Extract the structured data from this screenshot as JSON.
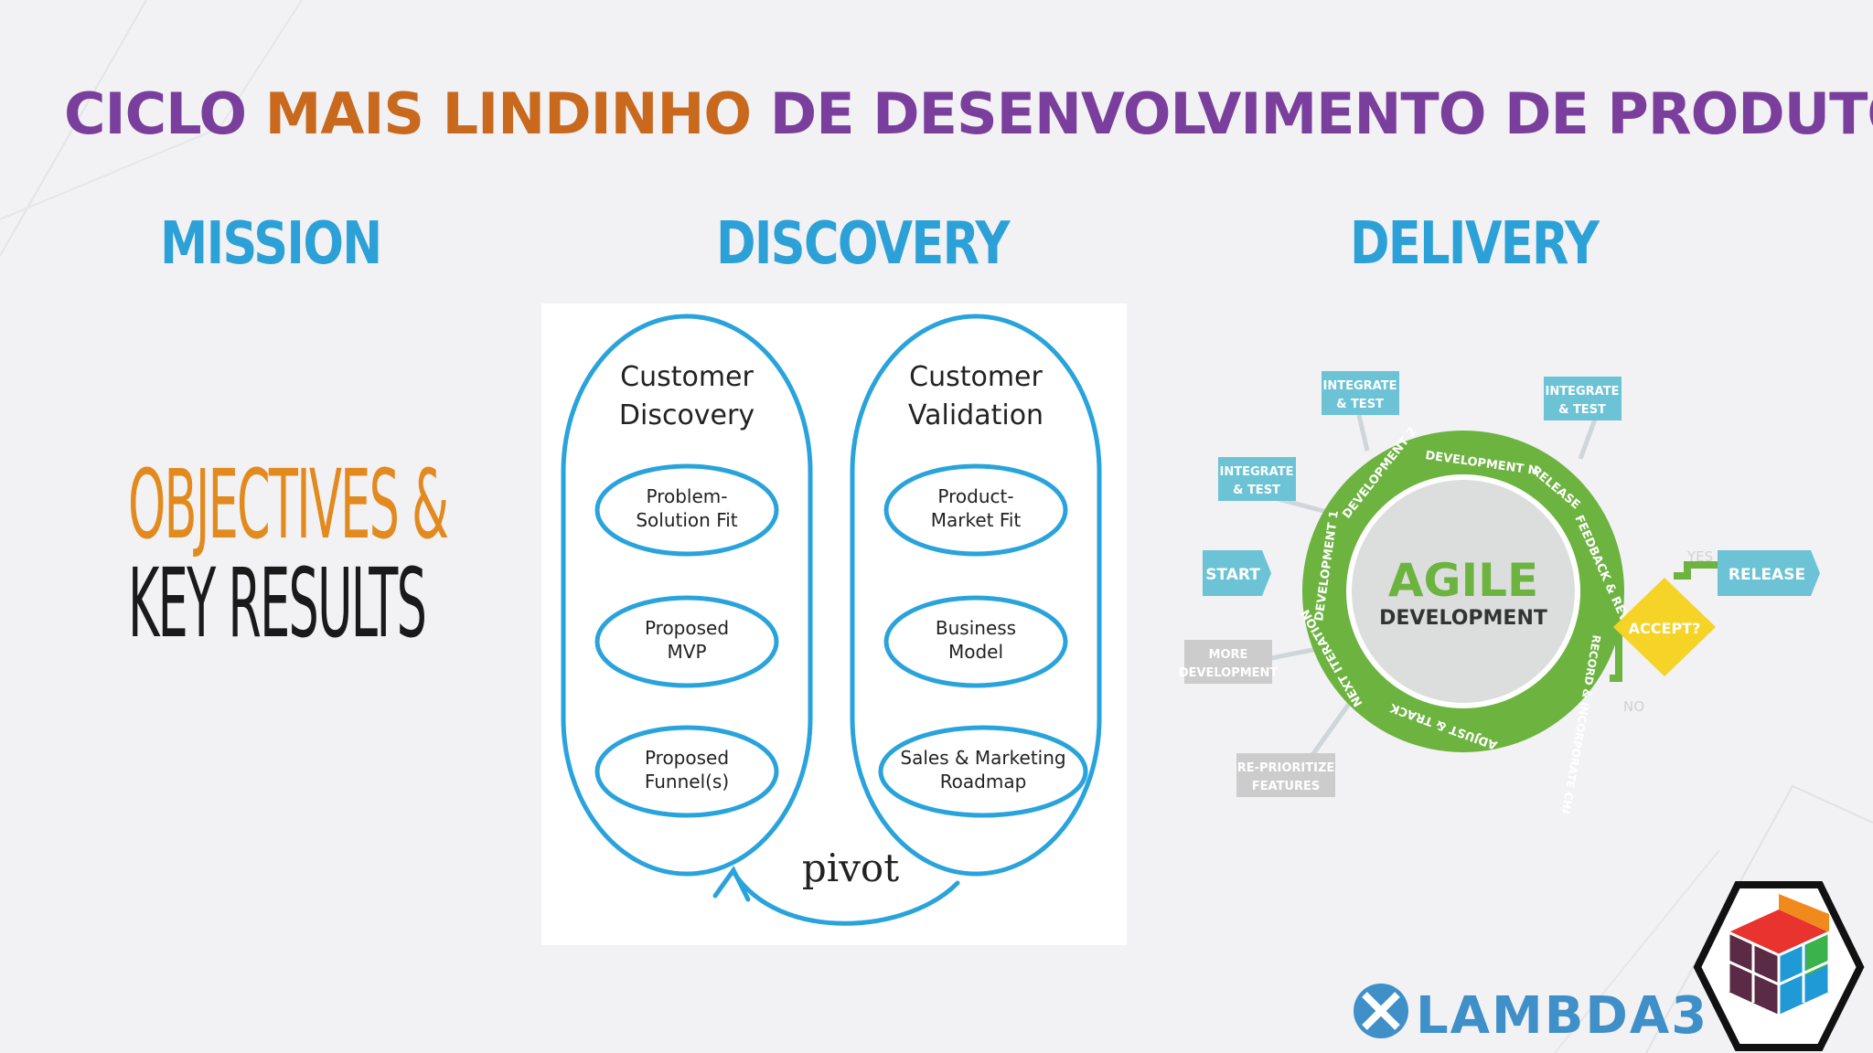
{
  "title": {
    "part1": "CICLO ",
    "highlight": "MAIS LINDINHO",
    "part2": " DE DESENVOLVIMENTO DE PRODUTOS"
  },
  "columns": {
    "mission": "MISSION",
    "discovery": "DISCOVERY",
    "delivery": "DELIVERY"
  },
  "okr": {
    "line1": "OBJECTIVES &",
    "line2": "KEY RESULTS"
  },
  "discovery_diagram": {
    "left_title": [
      "Customer",
      "Discovery"
    ],
    "right_title": [
      "Customer",
      "Validation"
    ],
    "left_items": [
      [
        "Problem-",
        "Solution Fit"
      ],
      [
        "Proposed",
        "MVP"
      ],
      [
        "Proposed",
        "Funnel(s)"
      ]
    ],
    "right_items": [
      [
        "Product-",
        "Market Fit"
      ],
      [
        "Business",
        "Model"
      ],
      [
        "Sales & Marketing",
        "Roadmap"
      ]
    ],
    "pivot": "pivot"
  },
  "agile": {
    "center_line1": "AGILE",
    "center_line2": "DEVELOPMENT",
    "start": "START",
    "release": "RELEASE",
    "accept": "ACCEPT?",
    "yes": "YES",
    "no": "NO",
    "tags": {
      "it1": [
        "INTEGRATE",
        "& TEST"
      ],
      "it2": [
        "INTEGRATE",
        "& TEST"
      ],
      "it3": [
        "INTEGRATE",
        "& TEST"
      ],
      "more": [
        "MORE",
        "DEVELOPMENT"
      ],
      "reprio": [
        "RE-PRIORITIZE",
        "FEATURES"
      ]
    },
    "ring_labels": {
      "dev1": "DEVELOPMENT 1",
      "dev2": "DEVELOPMENT 2",
      "devn": "DEVELOPMENT N",
      "release": "RELEASE",
      "feedback": "FEEDBACK & REVIEW",
      "record": "RECORD & INCORPORATE CHANGES",
      "adjust": "ADJUST & TRACK",
      "next": "NEXT ITERATION"
    },
    "colors": {
      "ring": "#6cb33f",
      "tag": "#6cc3d5",
      "accept": "#f5d327",
      "grey": "#cccccc"
    }
  },
  "logo": {
    "text": "LAMBDA3"
  }
}
